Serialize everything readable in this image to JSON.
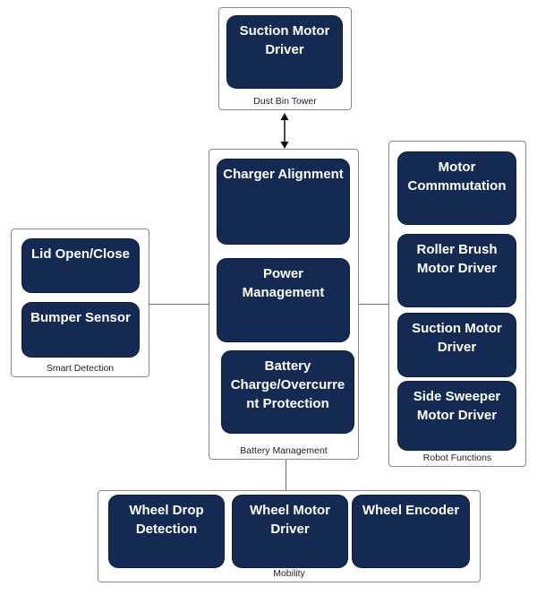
{
  "groups": {
    "dust_bin_tower": {
      "label": "Dust Bin Tower",
      "blocks": [
        "Suction Motor\nDriver"
      ]
    },
    "battery_management": {
      "label": "Battery Management",
      "blocks": [
        "Charger Alignment",
        "Power\nManagement",
        "Battery\nCharge/Overcurre\nnt Protection"
      ]
    },
    "smart_detection": {
      "label": "Smart Detection",
      "blocks": [
        "Lid Open/Close",
        "Bumper Sensor"
      ]
    },
    "robot_functions": {
      "label": "Robot Functions",
      "blocks": [
        "Motor\nCommmutation",
        "Roller Brush\nMotor Driver",
        "Suction Motor\nDriver",
        "Side Sweeper\nMotor Driver"
      ]
    },
    "mobility": {
      "label": "Mobility",
      "blocks": [
        "Wheel Drop\nDetection",
        "Wheel Motor\nDriver",
        "Wheel Encoder"
      ]
    }
  },
  "colors": {
    "block_fill": "#152a52",
    "block_text": "#ffffff",
    "border": "#8a8a8a",
    "connector": "#6f6f6f"
  }
}
